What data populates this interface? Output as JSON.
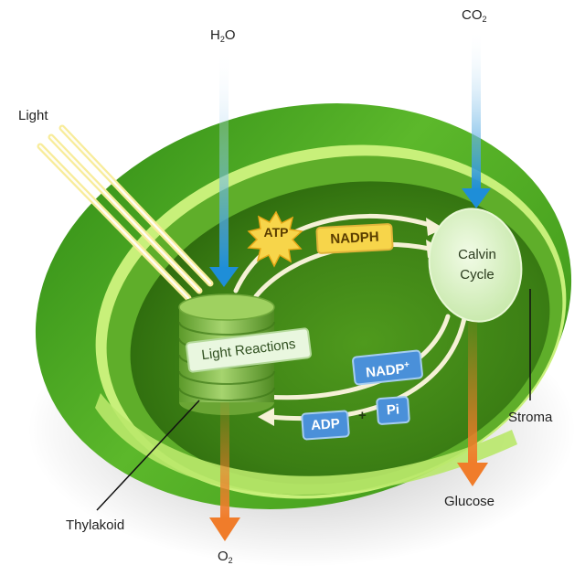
{
  "labels": {
    "light": "Light",
    "h2o_main": "H",
    "h2o_sub": "2",
    "h2o_tail": "O",
    "co2_main": "CO",
    "co2_sub": "2",
    "o2_main": "O",
    "o2_sub": "2",
    "glucose": "Glucose",
    "stroma": "Stroma",
    "thylakoid": "Thylakoid",
    "calvin_line1": "Calvin",
    "calvin_line2": "Cycle",
    "light_reactions": "Light Reactions"
  },
  "molecules": {
    "atp": "ATP",
    "nadph": "NADPH",
    "nadp_main": "NADP",
    "nadp_sup": "+",
    "adp": "ADP",
    "plus": "+",
    "pi": "Pi"
  },
  "colors": {
    "outer_green": "#49a21f",
    "inner_green": "#3f8a17",
    "rim_light": "#c8f07a",
    "blue_arrow": "#1e8ed8",
    "orange_arrow": "#f07c2a",
    "yellow_tag": "#f7d54a",
    "blue_tag": "#4a90d9"
  },
  "icons": {
    "atp": "starburst-icon",
    "light": "light-rays-icon"
  }
}
